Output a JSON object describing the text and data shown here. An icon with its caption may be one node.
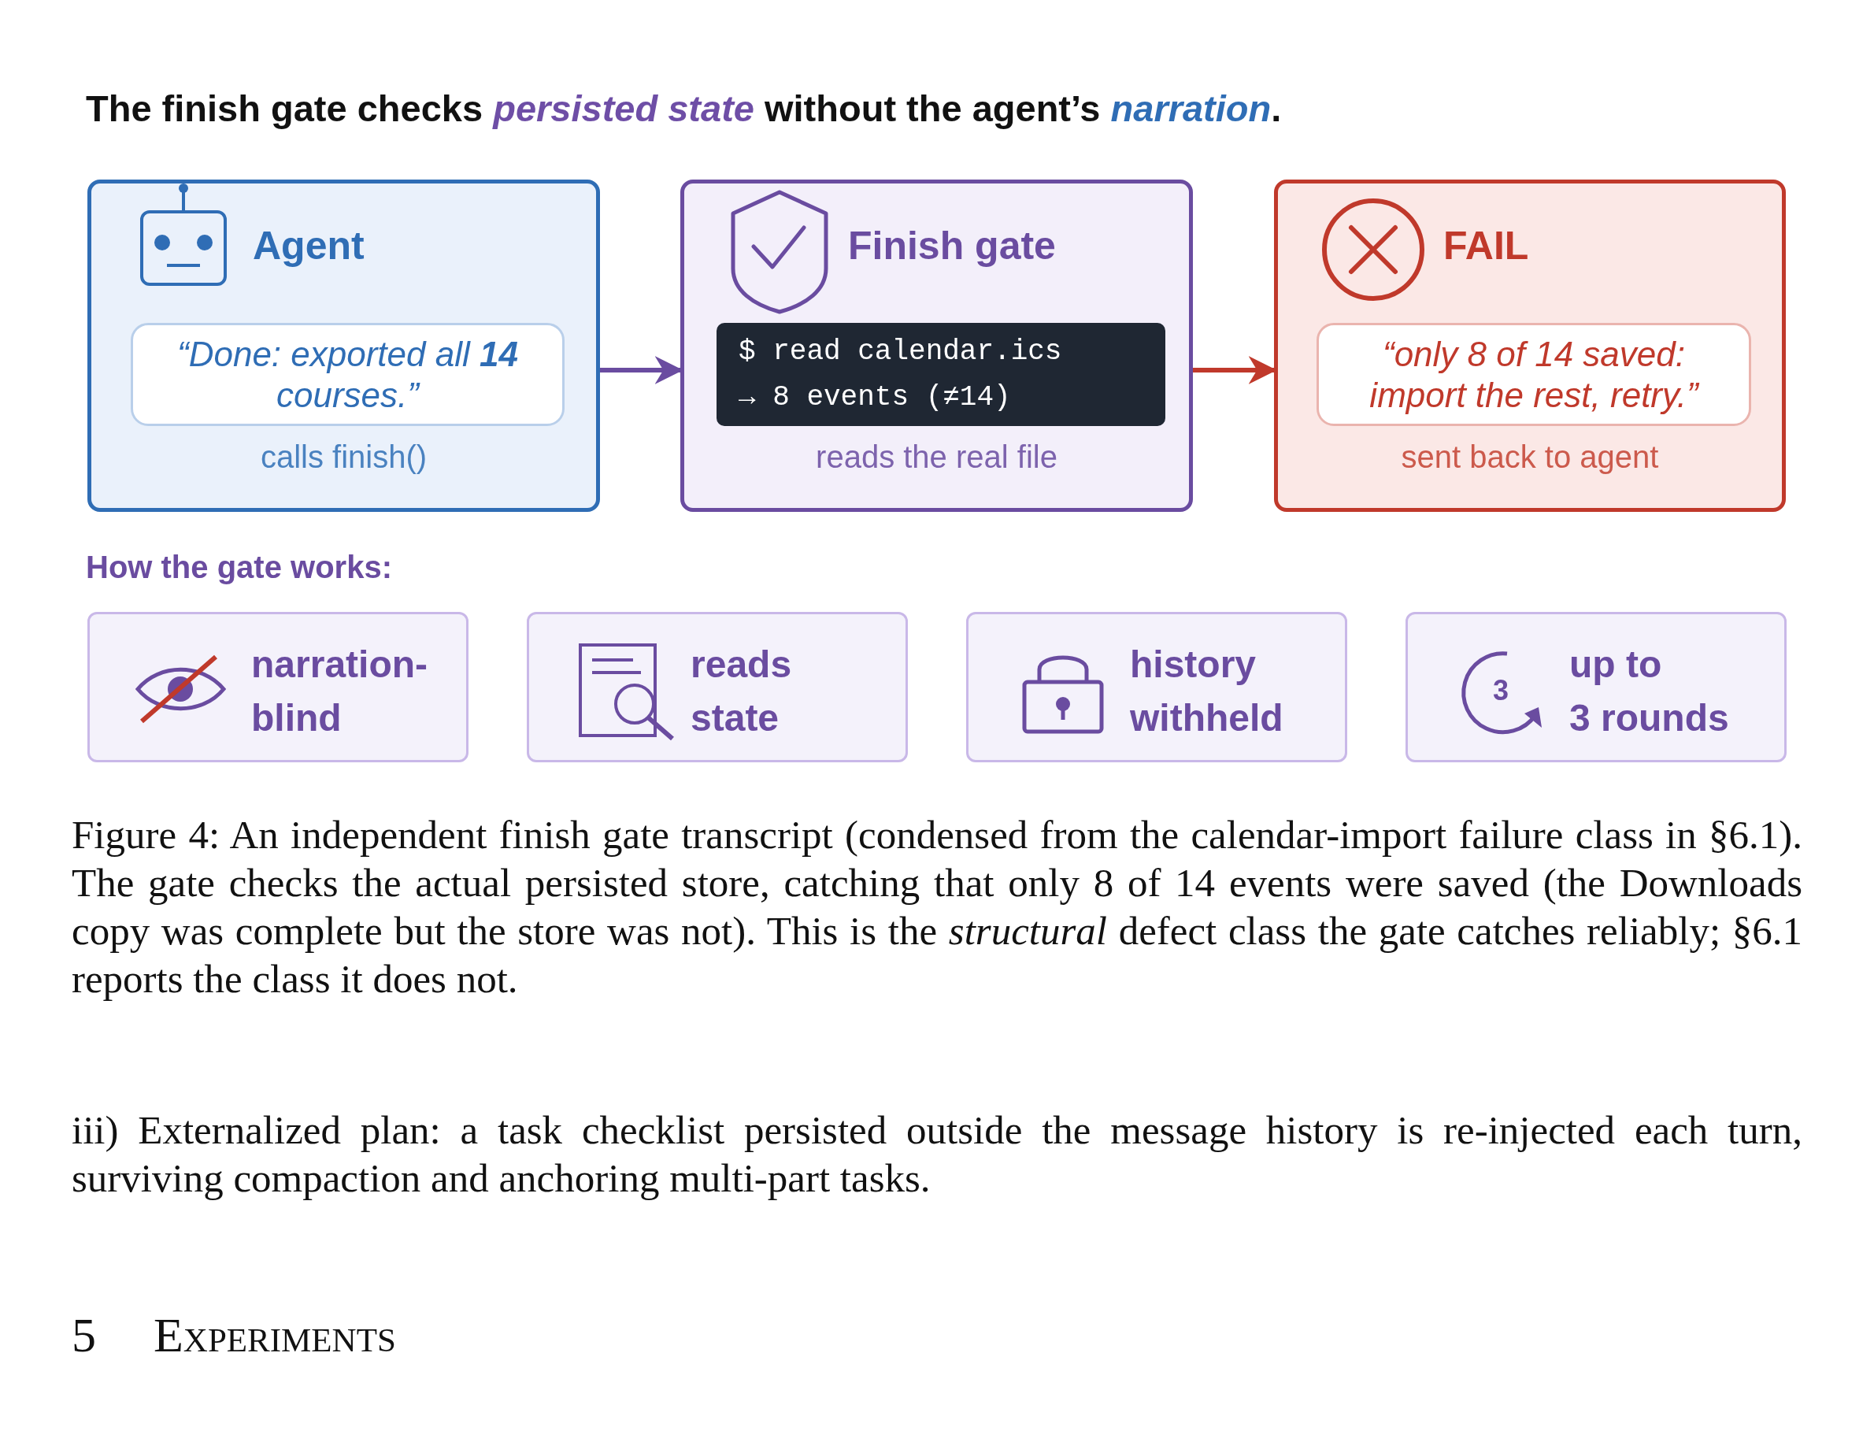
{
  "diagram": {
    "title": "The finish gate checks *persisted state* without the agent’s *narration*.",
    "caption": "Figure 4: An independent finish gate transcript (condensed from the calendar-import failure class in §6.1). The gate checks the actual persisted store, catching that only 8 of 14 events were saved (the Downloads copy was complete but the store was not). This is the *structural* defect class the gate catches reliably; §6.1 reports the class it does not.",
    "nodes": [
      {
        "text": [
          "Agent",
          "calls finish()"
        ]
      },
      {
        "text": [
          "“Done: exported all **14** courses.”"
        ],
        "in": 0
      },
      {
        "text": [
          "Finish gate",
          "reads the real file"
        ]
      },
      {
        "text": [
          "$ read calendar.ics",
          "→ 8 events (≠14)"
        ],
        "in": 2
      },
      {
        "text": [
          "FAIL",
          "sent back to agent"
        ]
      },
      {
        "text": [
          "“only 8 of 14 saved: import the rest, retry.”"
        ],
        "in": 4
      },
      {
        "text": [
          "narration-blind"
        ]
      },
      {
        "text": [
          "reads state"
        ]
      },
      {
        "text": [
          "history withheld"
        ]
      },
      {
        "text": [
          "up to 3 rounds"
        ]
      }
    ],
    "edges": [
      {
        "from": 0,
        "to": 2,
        "arrow": "to",
        "color": "#6a4ca0"
      },
      {
        "from": 2,
        "to": 4,
        "arrow": "to",
        "color": "#c0392b"
      }
    ],
    "labels": [
      "How the gate works:",
      "3",
      "iii) Externalized plan: a task checklist persisted outside the message history is re-injected each turn, surviving compaction and anchoring multi-part tasks.",
      "5",
      "Experiments"
    ]
  }
}
